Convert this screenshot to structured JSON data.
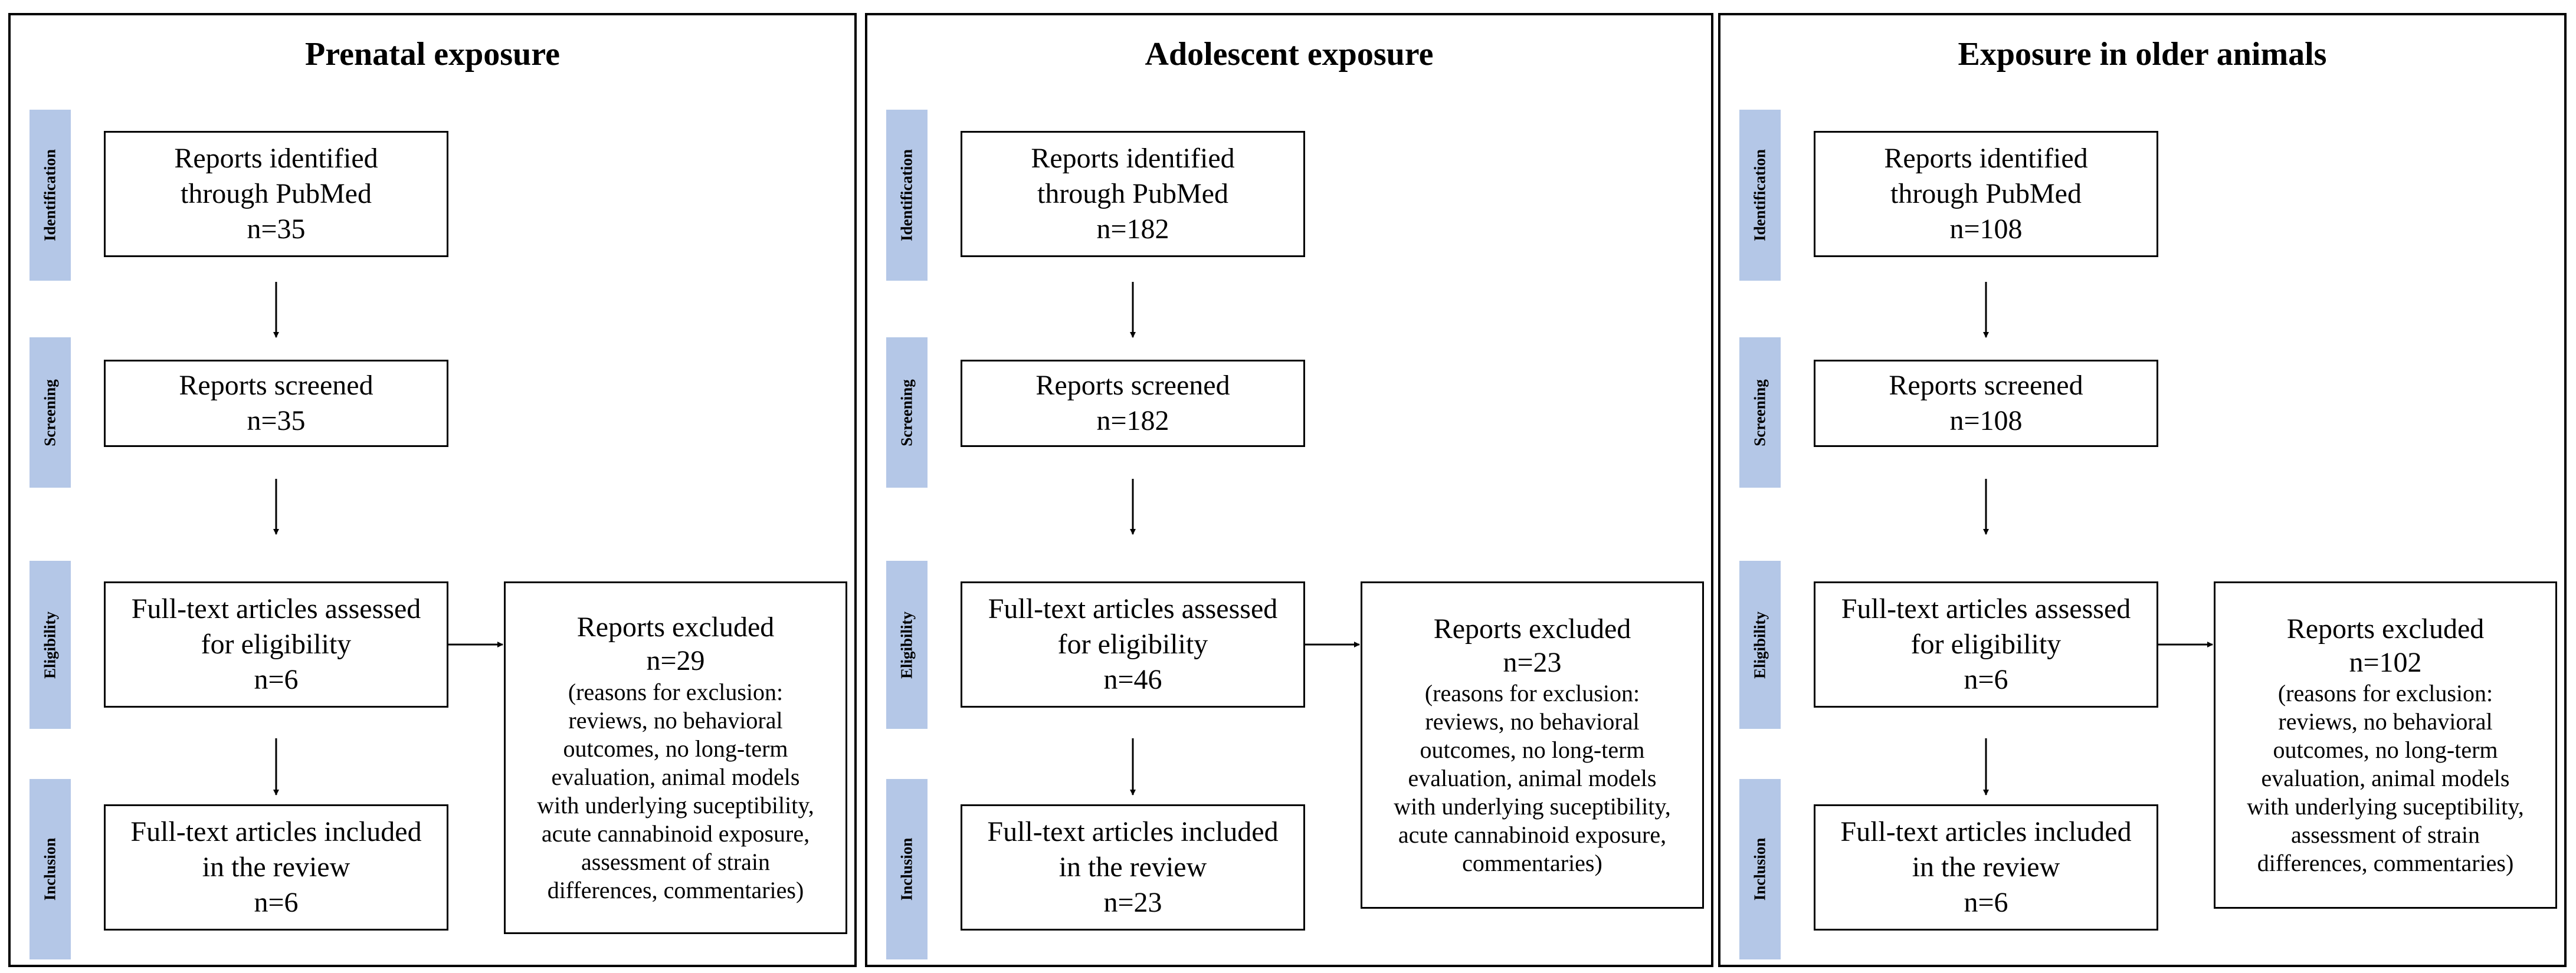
{
  "stages": [
    "Identification",
    "Screening",
    "Eligibility",
    "Inclusion"
  ],
  "panels": [
    {
      "title": "Prenatal exposure",
      "identified": {
        "label": "Reports identified\nthrough PubMed",
        "n": "n=35"
      },
      "screened": {
        "label": "Reports screened",
        "n": "n=35"
      },
      "assessed": {
        "label": "Full-text articles assessed\nfor eligibility",
        "n": "n=6"
      },
      "included": {
        "label": "Full-text articles included\nin the review",
        "n": "n=6"
      },
      "excluded": {
        "label": "Reports excluded",
        "n": "n=29",
        "reasons": "(reasons for exclusion:\nreviews, no behavioral\noutcomes, no long-term\nevaluation, animal models\nwith underlying suceptibility,\nacute cannabinoid exposure,\nassessment of strain\ndifferences, commentaries)"
      }
    },
    {
      "title": "Adolescent exposure",
      "identified": {
        "label": "Reports identified\nthrough PubMed",
        "n": "n=182"
      },
      "screened": {
        "label": "Reports screened",
        "n": "n=182"
      },
      "assessed": {
        "label": "Full-text articles assessed\nfor eligibility",
        "n": "n=46"
      },
      "included": {
        "label": "Full-text articles included\nin the review",
        "n": "n=23"
      },
      "excluded": {
        "label": "Reports excluded",
        "n": "n=23",
        "reasons": "(reasons for exclusion:\nreviews, no behavioral\noutcomes, no long-term\nevaluation, animal models\nwith underlying suceptibility,\nacute cannabinoid exposure,\ncommentaries)"
      }
    },
    {
      "title": "Exposure in older animals",
      "identified": {
        "label": "Reports identified\nthrough PubMed",
        "n": "n=108"
      },
      "screened": {
        "label": "Reports screened",
        "n": "n=108"
      },
      "assessed": {
        "label": "Full-text articles assessed\nfor eligibility",
        "n": "n=6"
      },
      "included": {
        "label": "Full-text articles included\nin the review",
        "n": "n=6"
      },
      "excluded": {
        "label": "Reports excluded",
        "n": "n=102",
        "reasons": "(reasons for exclusion:\nreviews, no behavioral\noutcomes, no long-term\nevaluation, animal models\nwith underlying suceptibility,\nassessment of strain\ndifferences, commentaries)"
      }
    }
  ]
}
